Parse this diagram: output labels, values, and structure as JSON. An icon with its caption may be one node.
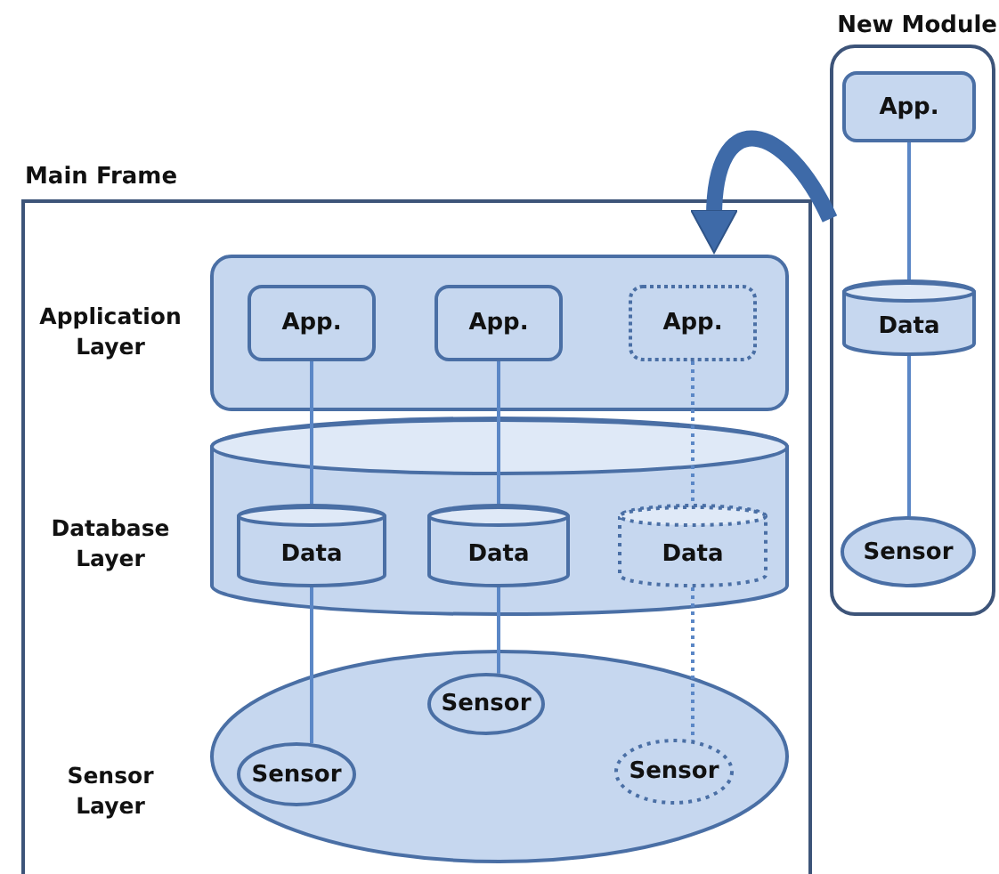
{
  "diagram": {
    "nodes": [
      {
        "text": [
          "Main Frame"
        ]
      },
      {
        "text": [
          "New Module"
        ]
      },
      {
        "text": [
          "Application Layer"
        ],
        "in": 0
      },
      {
        "text": [
          "App."
        ],
        "in": 2
      },
      {
        "text": [
          "App."
        ],
        "in": 2
      },
      {
        "text": [
          "App."
        ],
        "in": 2
      },
      {
        "text": [
          "Database Layer"
        ],
        "in": 0
      },
      {
        "text": [
          "Data"
        ],
        "in": 6
      },
      {
        "text": [
          "Data"
        ],
        "in": 6
      },
      {
        "text": [
          "Data"
        ],
        "in": 6
      },
      {
        "text": [
          "Sensor Layer"
        ],
        "in": 0
      },
      {
        "text": [
          "Sensor"
        ],
        "in": 10
      },
      {
        "text": [
          "Sensor"
        ],
        "in": 10
      },
      {
        "text": [
          "Sensor"
        ],
        "in": 10
      },
      {
        "text": [
          "App."
        ],
        "in": 1
      },
      {
        "text": [
          "Data"
        ],
        "in": 1
      },
      {
        "text": [
          "Sensor"
        ],
        "in": 1
      }
    ],
    "edges": [
      {
        "from": 3,
        "to": 7,
        "arrow": "none"
      },
      {
        "from": 7,
        "to": 12,
        "arrow": "none"
      },
      {
        "from": 4,
        "to": 8,
        "arrow": "none"
      },
      {
        "from": 8,
        "to": 11,
        "arrow": "none"
      },
      {
        "from": 5,
        "to": 9,
        "arrow": "none",
        "style": "dashed"
      },
      {
        "from": 9,
        "to": 13,
        "arrow": "none",
        "style": "dashed"
      },
      {
        "from": 14,
        "to": 15,
        "arrow": "none"
      },
      {
        "from": 15,
        "to": 16,
        "arrow": "none"
      },
      {
        "from": 1,
        "to": 2,
        "arrow": "to",
        "style": "thick",
        "color": "#3e6aa8"
      }
    ]
  }
}
